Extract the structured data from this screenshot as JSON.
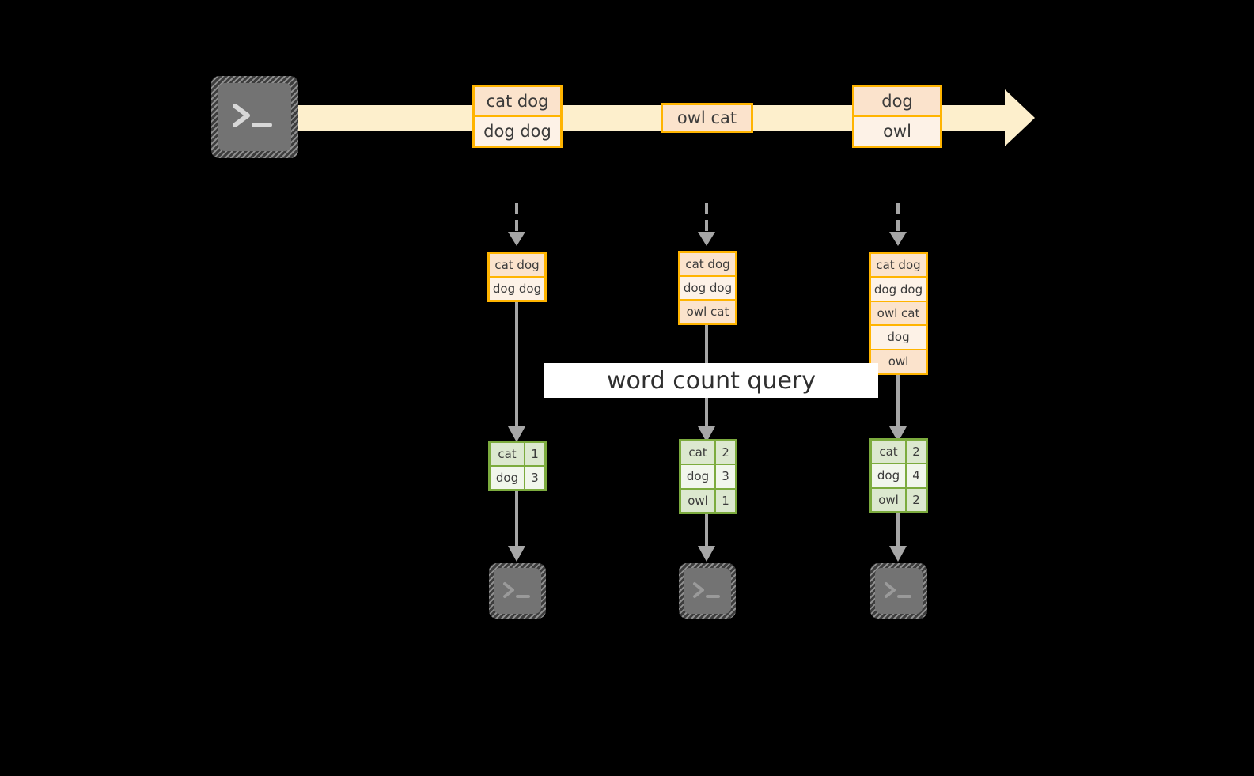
{
  "diagram": {
    "title_label": "word count query",
    "colors": {
      "background": "#000000",
      "stream_fill": "#FDEFCC",
      "event_border": "#FFB400",
      "event_fill_dark": "#FBE3CC",
      "event_fill_light": "#FDF2E7",
      "result_border": "#7CAB3E",
      "result_fill_dark": "#DCE8CF",
      "result_fill_light": "#F1F6EC",
      "connector": "#A6A6A6",
      "terminal_face": "#737373",
      "band_fill": "#FFFFFF"
    }
  },
  "source": {
    "icon_name": "terminal-icon",
    "prompt_glyph": ">_"
  },
  "stream": {
    "arrow_name": "event-stream-arrow",
    "events": [
      {
        "name": "event-group-1",
        "lines": [
          "cat dog",
          "dog dog"
        ]
      },
      {
        "name": "event-group-2",
        "lines": [
          "owl cat"
        ]
      },
      {
        "name": "event-group-3",
        "lines": [
          "dog",
          "owl"
        ]
      }
    ]
  },
  "snapshots": [
    {
      "name": "state-snapshot-1",
      "lines": [
        "cat dog",
        "dog dog"
      ]
    },
    {
      "name": "state-snapshot-2",
      "lines": [
        "cat dog",
        "dog dog",
        "owl cat"
      ]
    },
    {
      "name": "state-snapshot-3",
      "lines": [
        "cat dog",
        "dog dog",
        "owl cat",
        "dog",
        "owl"
      ]
    }
  ],
  "results": [
    {
      "name": "word-count-result-1",
      "rows": [
        {
          "word": "cat",
          "count": "1"
        },
        {
          "word": "dog",
          "count": "3"
        }
      ]
    },
    {
      "name": "word-count-result-2",
      "rows": [
        {
          "word": "cat",
          "count": "2"
        },
        {
          "word": "dog",
          "count": "3"
        },
        {
          "word": "owl",
          "count": "1"
        }
      ]
    },
    {
      "name": "word-count-result-3",
      "rows": [
        {
          "word": "cat",
          "count": "2"
        },
        {
          "word": "dog",
          "count": "4"
        },
        {
          "word": "owl",
          "count": "2"
        }
      ]
    }
  ],
  "sinks": [
    {
      "name": "sink-terminal-1",
      "prompt_glyph": ">_"
    },
    {
      "name": "sink-terminal-2",
      "prompt_glyph": ">_"
    },
    {
      "name": "sink-terminal-3",
      "prompt_glyph": ">_"
    }
  ]
}
